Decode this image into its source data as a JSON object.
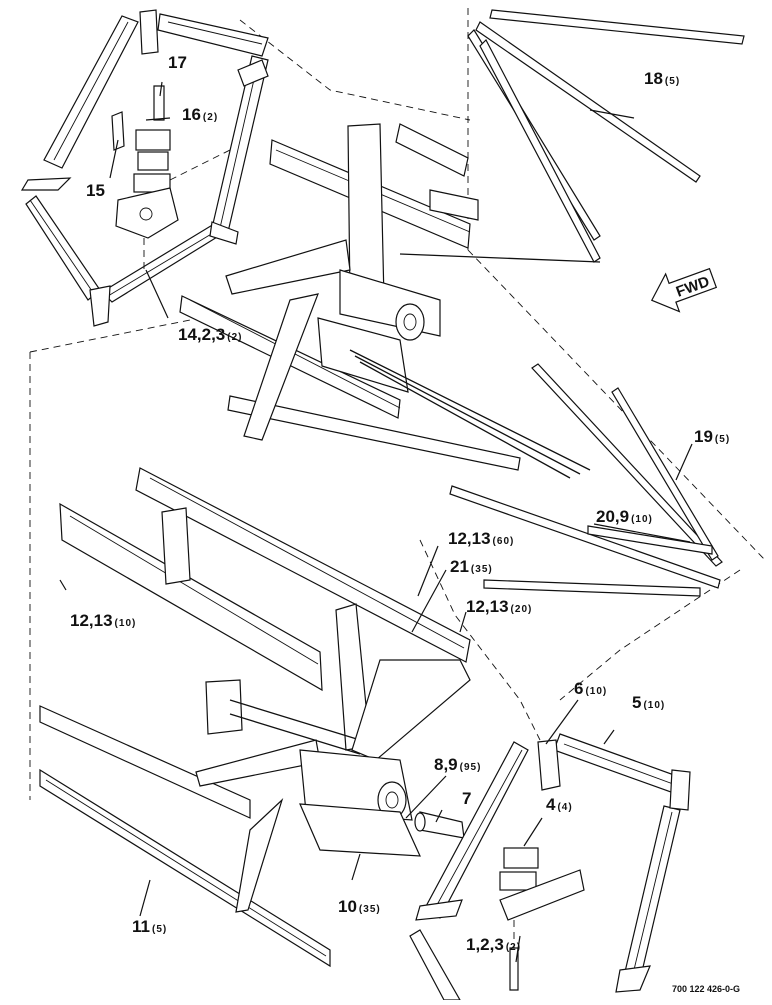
{
  "callouts": {
    "c17": {
      "num": "17",
      "qty": ""
    },
    "c16": {
      "num": "16",
      "qty": "(2)"
    },
    "c15": {
      "num": "15",
      "qty": ""
    },
    "c14": {
      "num": "14,2,3",
      "qty": "(2)"
    },
    "c18": {
      "num": "18",
      "qty": "(5)"
    },
    "c19": {
      "num": "19",
      "qty": "(5)"
    },
    "c20": {
      "num": "20,9",
      "qty": "(10)"
    },
    "c12a": {
      "num": "12,13",
      "qty": "(60)"
    },
    "c21": {
      "num": "21",
      "qty": "(35)"
    },
    "c12b": {
      "num": "12,13",
      "qty": "(20)"
    },
    "c12c": {
      "num": "12,13",
      "qty": "(10)"
    },
    "c6": {
      "num": "6",
      "qty": "(10)"
    },
    "c5": {
      "num": "5",
      "qty": "(10)"
    },
    "c8": {
      "num": "8,9",
      "qty": "(95)"
    },
    "c7": {
      "num": "7",
      "qty": ""
    },
    "c4": {
      "num": "4",
      "qty": "(4)"
    },
    "c10": {
      "num": "10",
      "qty": "(35)"
    },
    "c11": {
      "num": "11",
      "qty": "(5)"
    },
    "c1": {
      "num": "1,2,3",
      "qty": "(2)"
    }
  },
  "fwd_label": "FWD",
  "drawing_number": "700 122 426-0-G"
}
